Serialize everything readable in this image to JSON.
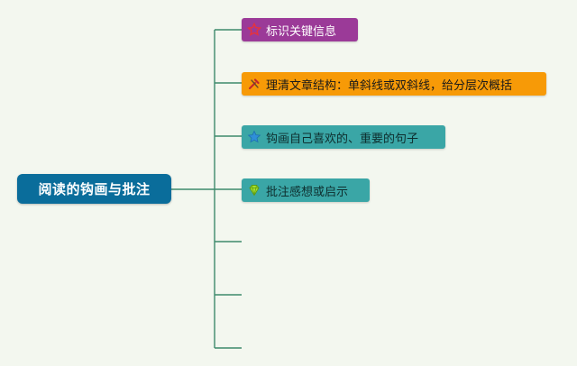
{
  "root": {
    "label": "阅读的钩画与批注"
  },
  "branches": [
    {
      "label": "标识关键信息",
      "icon": "star-outline-icon",
      "color": "#9b3a98"
    },
    {
      "label": "理清文章结构：单斜线或双斜线，给分层次概括",
      "icon": "tools-icon",
      "color": "#f79a07"
    },
    {
      "label": "钩画自己喜欢的、重要的句子",
      "icon": "star-icon",
      "color": "#3aa6a6"
    },
    {
      "label": "批注感想或启示",
      "icon": "diamond-icon",
      "color": "#3aa6a6"
    }
  ],
  "empty_branch_count": 3,
  "colors": {
    "background": "#f3f7ef",
    "connector": "#3d8a6c",
    "root": "#0a6d9b"
  }
}
